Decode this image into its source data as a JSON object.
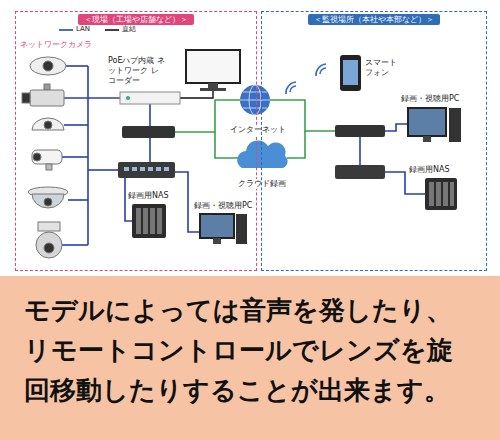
{
  "diagram": {
    "caption": "モデルによっては音声を発したり、リモートコントロールでレンズを旋回移動したりすることが出来ます。",
    "nodes": [
      {
        "text": [
          "＜現場（工場や店舗など）＞"
        ]
      },
      {
        "text": [
          "PoEハブ内蔵 ネットワーク レコーダー"
        ],
        "in": 0
      },
      {
        "text": [
          "録画用NAS"
        ],
        "in": 0
      },
      {
        "text": [
          "録画・視聴用PC"
        ],
        "in": 0
      },
      {
        "text": [
          "インターネット"
        ]
      },
      {
        "text": [
          "クラウド録画"
        ]
      },
      {
        "text": [
          "＜監視場所（本社や本部など）＞"
        ]
      },
      {
        "text": [
          "スマート フォン"
        ],
        "in": 6
      },
      {
        "text": [
          "録画・視聴用PC"
        ],
        "in": 6
      },
      {
        "text": [
          "録画用NAS"
        ],
        "in": 6
      }
    ],
    "labels": [
      "ネットワークカメラ"
    ],
    "legend": [
      {
        "text": "LAN"
      },
      {
        "text": "直結"
      }
    ]
  }
}
